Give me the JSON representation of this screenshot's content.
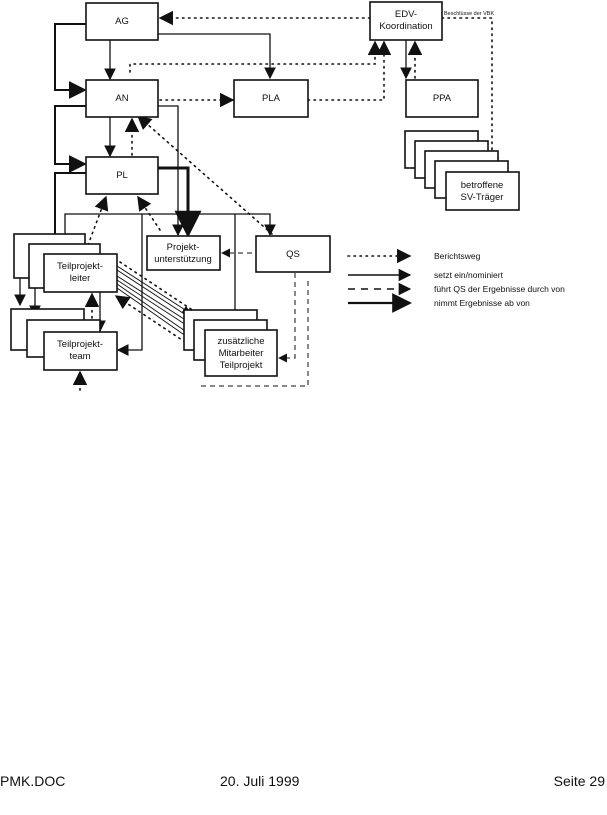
{
  "diagram": {
    "nodes": {
      "ag": {
        "label": [
          "AG"
        ]
      },
      "an": {
        "label": [
          "AN"
        ]
      },
      "pl": {
        "label": [
          "PL"
        ]
      },
      "pla": {
        "label": [
          "PLA"
        ]
      },
      "edv": {
        "label": [
          "EDV-",
          "Koordination"
        ]
      },
      "ppa": {
        "label": [
          "PPA"
        ]
      },
      "sv": {
        "label": [
          "betroffene",
          "SV-Träger"
        ]
      },
      "tpl": {
        "label": [
          "Teilprojekt-",
          "leiter"
        ]
      },
      "tpt": {
        "label": [
          "Teilprojekt-",
          "team"
        ]
      },
      "pu": {
        "label": [
          "Projekt-",
          "unterstützung"
        ]
      },
      "qs": {
        "label": [
          "QS"
        ]
      },
      "zm": {
        "label": [
          "zusätzliche",
          "Mitarbeiter",
          "Teilprojekt"
        ]
      }
    },
    "annotation": "Beschlüsse der VBK",
    "legend": [
      {
        "style": "dotted",
        "label": "Berichtsweg"
      },
      {
        "style": "solid",
        "label": "setzt ein/nominiert"
      },
      {
        "style": "dashed",
        "label": "führt QS der Ergebnisse durch von"
      },
      {
        "style": "double",
        "label": "nimmt Ergebnisse ab von"
      }
    ]
  },
  "footer": {
    "left": "PMK.DOC",
    "center": "20. Juli 1999",
    "right": "Seite 29"
  }
}
